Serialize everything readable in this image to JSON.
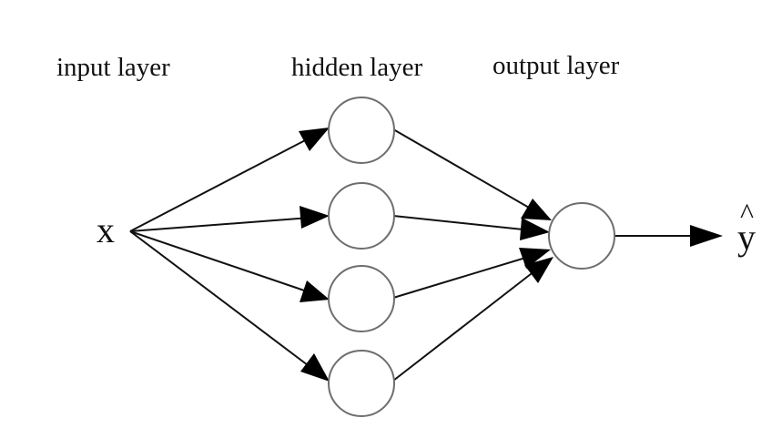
{
  "labels": {
    "input_layer": "input layer",
    "hidden_layer": "hidden layer",
    "output_layer": "output layer",
    "input_var": "x",
    "output_var": "y",
    "output_hat": "^"
  },
  "network": {
    "inputs": 1,
    "hidden": 4,
    "outputs": 1
  },
  "colors": {
    "node_stroke": "#6e6e6e",
    "edge": "#111111",
    "arrowhead": "#000000",
    "background": "#ffffff"
  }
}
